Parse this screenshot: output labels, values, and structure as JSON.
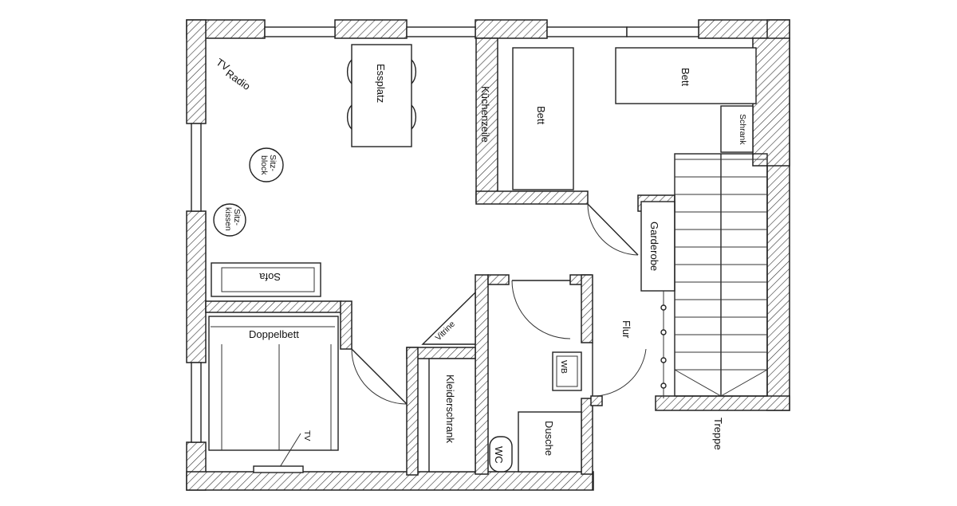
{
  "labels": {
    "tv_radio_1": "TV",
    "tv_radio_2": "Radio",
    "esspatz": "Essplatz",
    "sitzblock_1": "Sitz-",
    "sitzblock_2": "block",
    "sitzkissen_1": "Sitz-",
    "sitzkissen_2": "kissen",
    "kuechenzeile": "Küchenzeile",
    "bett_left": "Bett",
    "bett_right": "Bett",
    "schrank": "Schrank",
    "garderobe": "Garderobe",
    "sofa": "Sofa",
    "doppelbett": "Doppelbett",
    "tv_bed": "TV",
    "vitrine": "Vitrine",
    "kleiderschrank": "Kleiderschrank",
    "wb": "WB",
    "flur": "Flur",
    "dusche": "Dusche",
    "wc": "WC",
    "treppe": "Treppe"
  }
}
